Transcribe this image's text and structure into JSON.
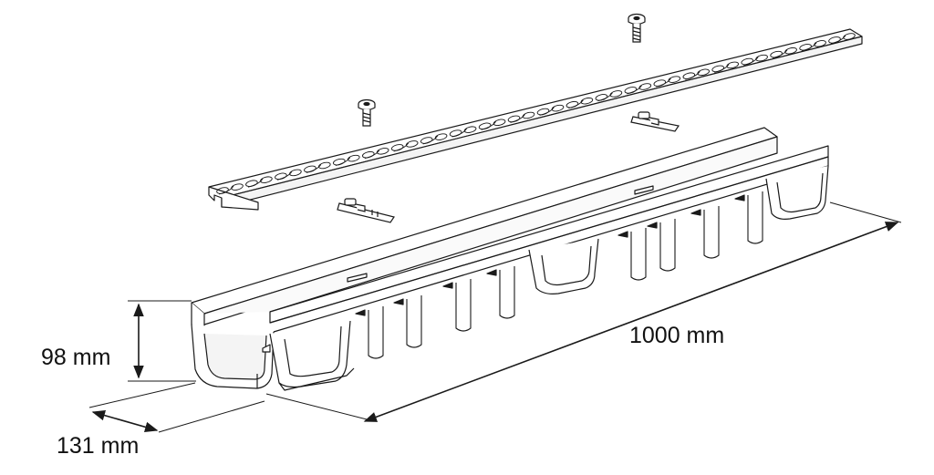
{
  "dimensions": {
    "height_label": "98 mm",
    "width_label": "131 mm",
    "length_label": "1000 mm"
  },
  "parts": {
    "grate": "grating",
    "channel": "drainage-channel",
    "bolts": 2,
    "clips": 2
  },
  "colors": {
    "line": "#1a1a1a",
    "background": "#ffffff"
  }
}
